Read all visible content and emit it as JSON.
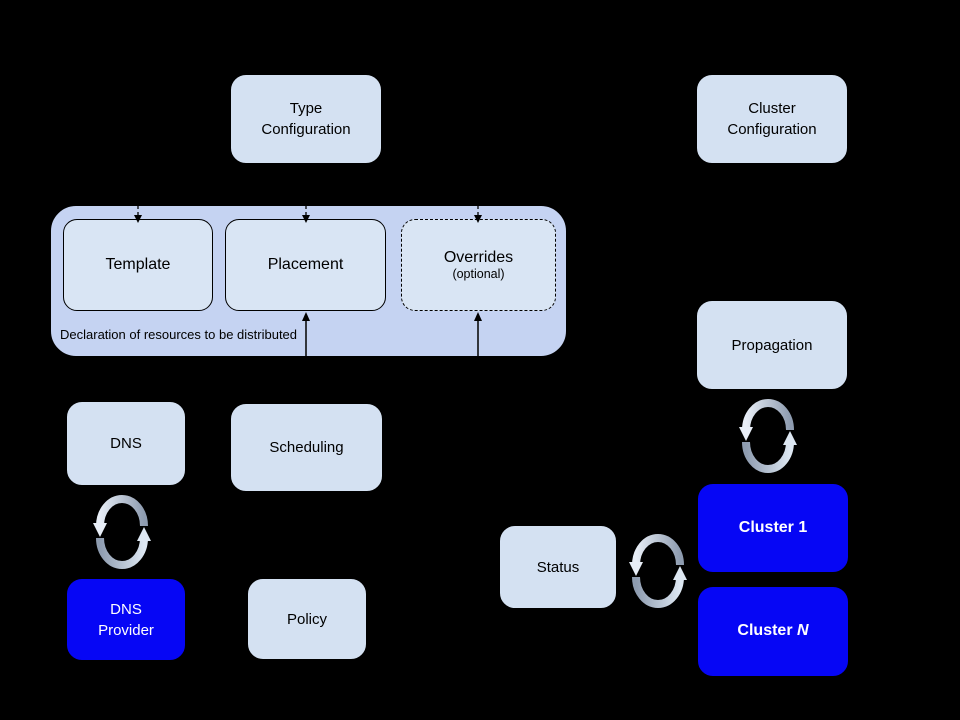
{
  "diagram": {
    "nodes": {
      "type_config": {
        "line1": "Type",
        "line2": "Configuration"
      },
      "cluster_config": {
        "line1": "Cluster",
        "line2": "Configuration"
      },
      "template": "Template",
      "placement": "Placement",
      "overrides": "Overrides",
      "overrides_note": "(optional)",
      "container_caption": "Declaration of resources to be distributed",
      "dns": "DNS",
      "scheduling": "Scheduling",
      "dns_provider": {
        "line1": "DNS",
        "line2": "Provider"
      },
      "policy": "Policy",
      "propagation": "Propagation",
      "status": "Status",
      "cluster_1": "Cluster 1",
      "cluster_n": {
        "prefix": "Cluster ",
        "n": "N"
      }
    },
    "icons": {
      "sync": "sync-arrows-icon"
    }
  },
  "colors": {
    "box_fill": "#d4e1f2",
    "inner_fill": "#d9e5f4",
    "container_fill": "#c5d3f2",
    "blue_fill": "#0606f5",
    "text": "#000000",
    "text_on_blue": "#ffffff",
    "arrow_light": "#e8eef7",
    "arrow_dark": "#8e9cb0",
    "background": "#000000"
  }
}
